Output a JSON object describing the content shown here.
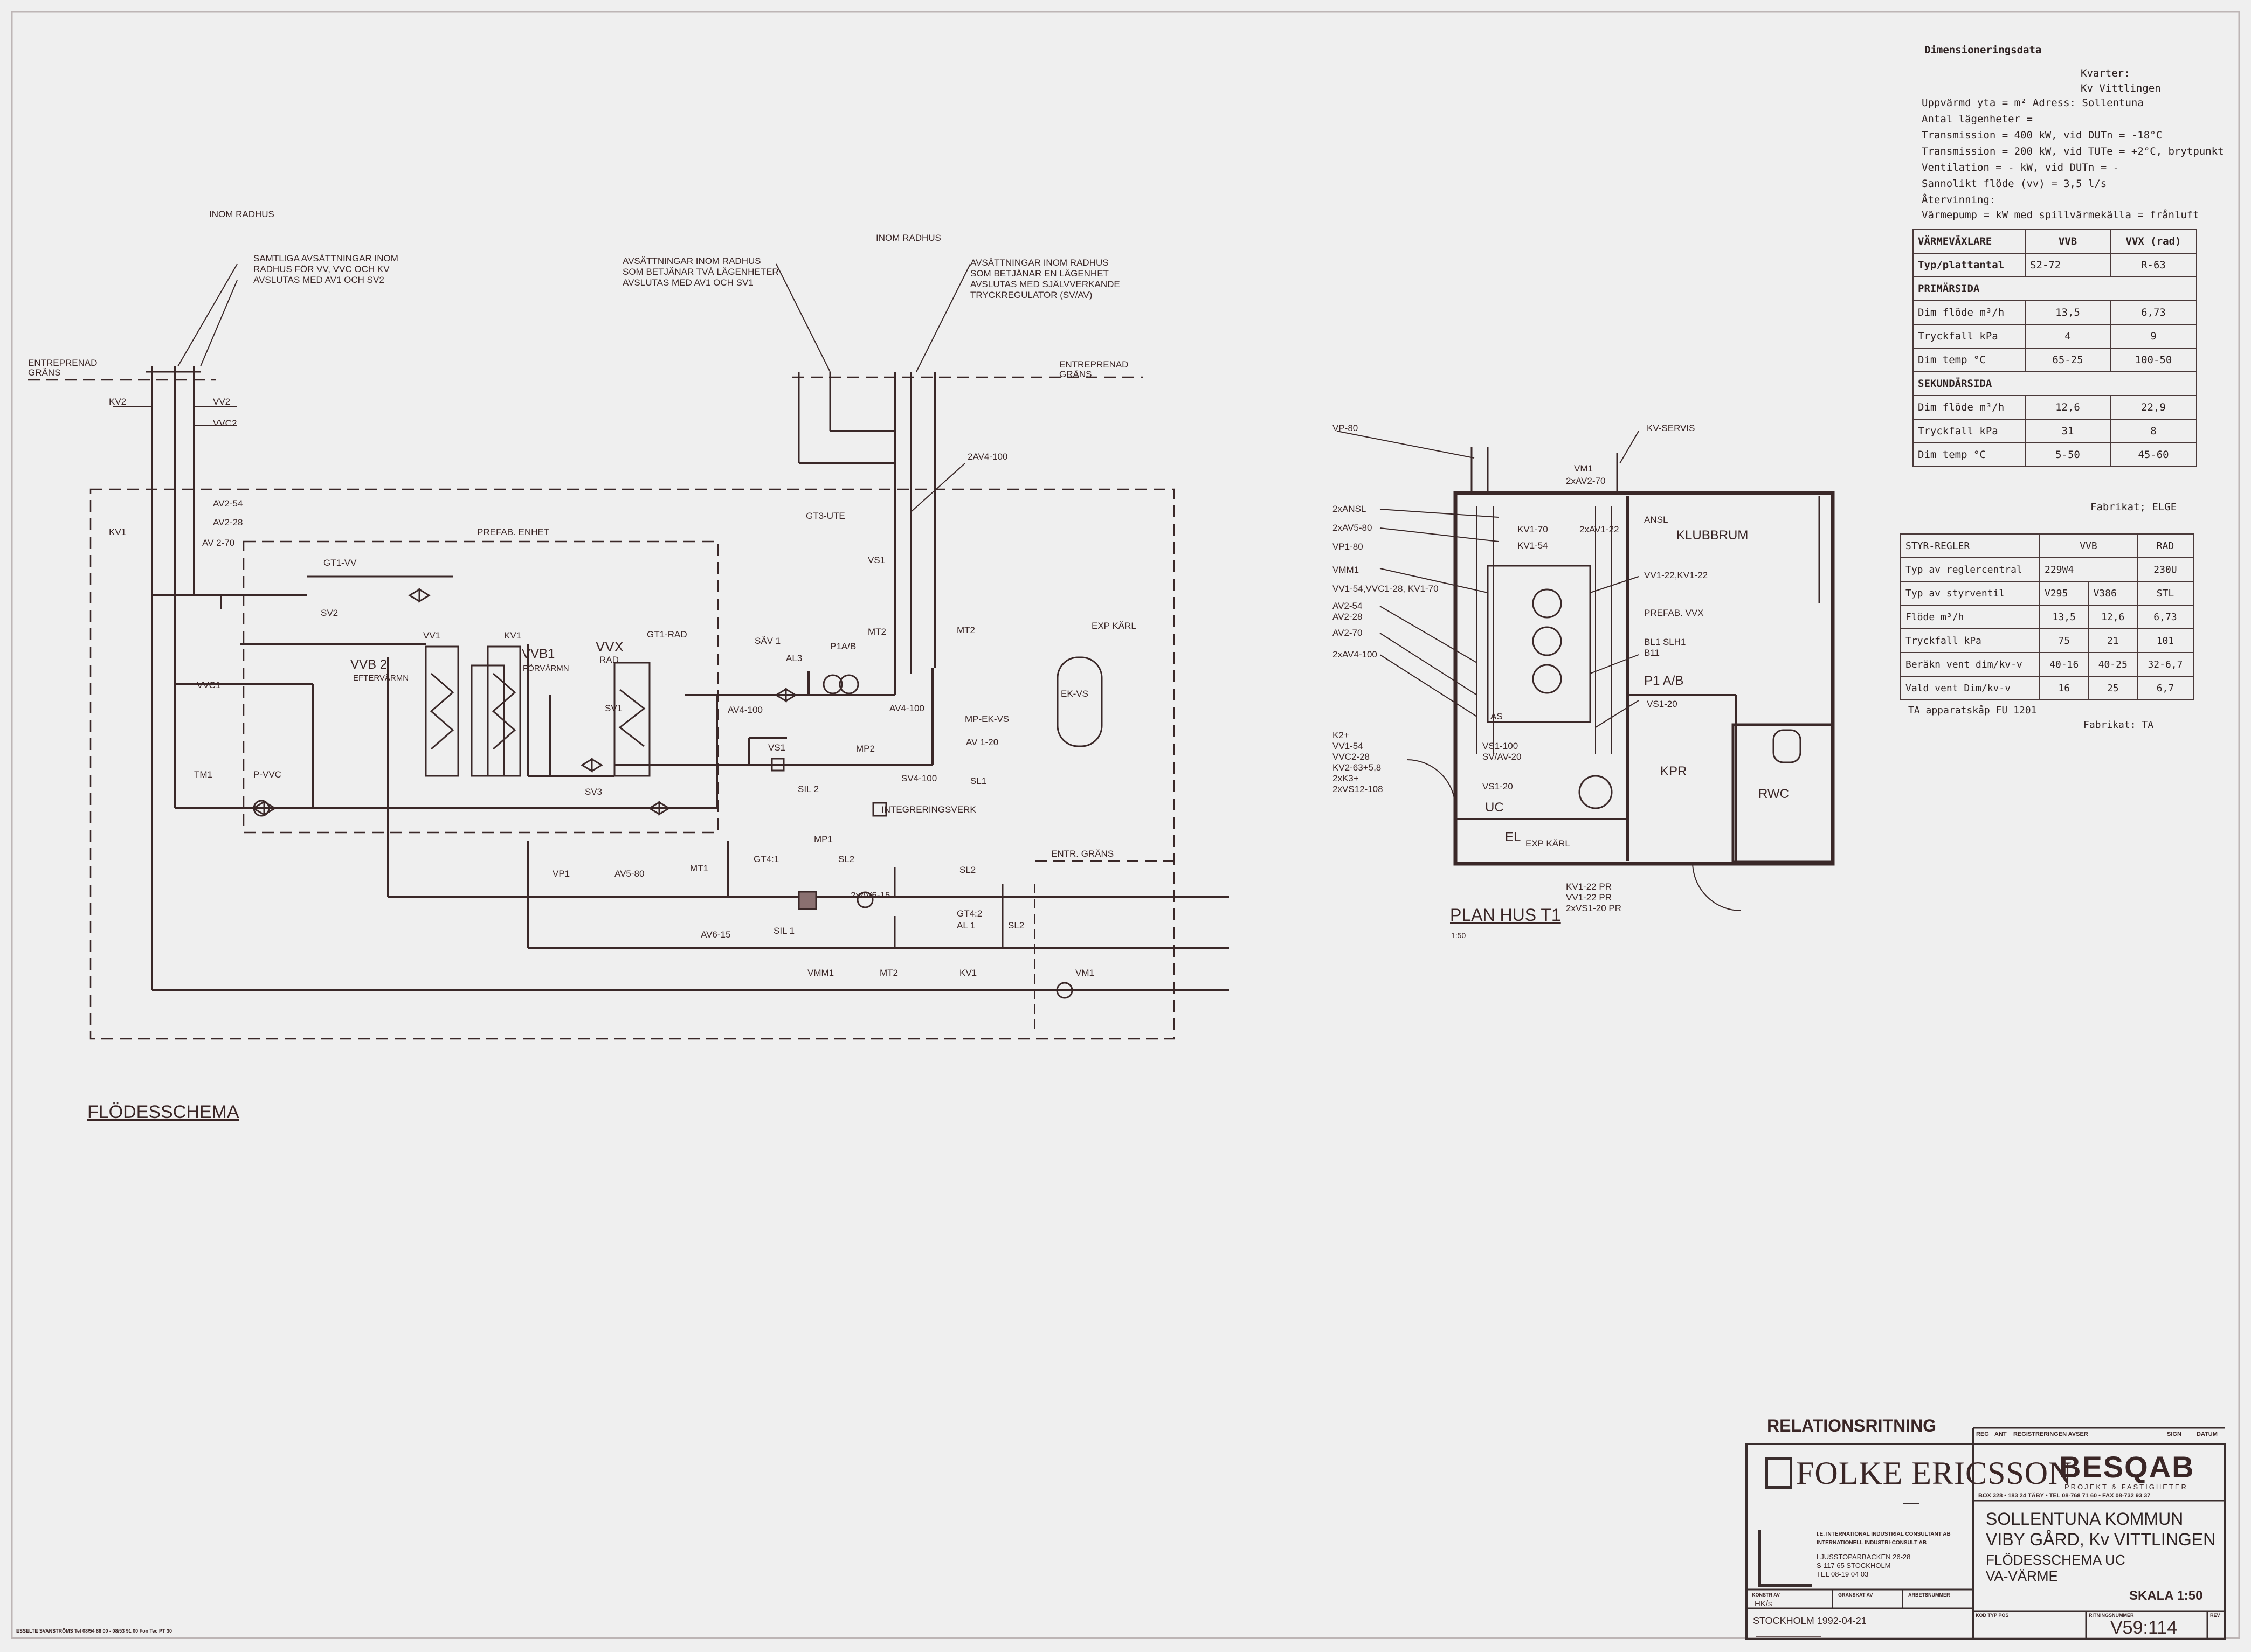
{
  "drawing": {
    "title": "FLÖDESSCHEMA",
    "plan_title": "PLAN HUS T1",
    "plan_scale": "1:50"
  },
  "flow_labels": {
    "inom_radhus_1": "INOM RADHUS",
    "inom_radhus_2": "INOM RADHUS",
    "note_1": [
      "SAMTLIGA AVSÄTTNINGAR INOM",
      "RADHUS FÖR VV, VVC OCH KV",
      "AVSLUTAS MED AV1 OCH SV2"
    ],
    "note_2": [
      "AVSÄTTNINGAR INOM RADHUS",
      "SOM BETJÄNAR TVÅ LÄGENHETER",
      "AVSLUTAS MED AV1 OCH SV1"
    ],
    "note_3": [
      "AVSÄTTNINGAR INOM RADHUS",
      "SOM BETJÄNAR EN LÄGENHET",
      "AVSLUTAS MED SJÄLVVERKANDE",
      "TRYCKREGULATOR (SV/AV)"
    ],
    "entreprenad_1": [
      "ENTREPRENAD",
      "GRÄNS"
    ],
    "entreprenad_2": [
      "ENTREPRENAD",
      "GRÄNS"
    ],
    "prefab": "PREFAB. ENHET",
    "kv2": "KV2",
    "vv2": "VV2",
    "vvc2": "VVC2",
    "kv1": "KV1",
    "av2_54": "AV2-54",
    "av2_28": "AV2-28",
    "av2_70": "AV 2-70",
    "gt1_vv": "GT1-VV",
    "sv2": "SV2",
    "vvb2": "VVB 2",
    "eftervarmn": "EFTERVÄRMN",
    "vv1": "VV1",
    "kv1b": "KV1",
    "vvb1": "VVB1",
    "forvarmn": "FÖRVÄRMN",
    "vvx": "VVX",
    "rad": "RAD",
    "gt1_rad": "GT1-RAD",
    "sv1": "SV1",
    "sv3": "SV3",
    "vvc1": "VVC1",
    "tm1": "TM1",
    "p_vvc": "P-VVC",
    "gt3_ute": "GT3-UTE",
    "vs1": "VS1",
    "av2_100": "2AV4-100",
    "mt2": "MT2",
    "mt2b": "MT2",
    "sav1": "SÄV 1",
    "al3": "AL3",
    "p1ab": "P1A/B",
    "av4_100": "AV4-100",
    "av4_100b": "AV4-100",
    "exp_karl": "EXP KÄRL",
    "ek_vs": "EK-VS",
    "mp_ek_vs": "MP-EK-VS",
    "av1_20": "AV 1-20",
    "vs1b": "VS1",
    "mp2": "MP2",
    "sil2": "SIL 2",
    "sv4_100": "SV4-100",
    "sl1": "SL1",
    "integreringsverk": "INTEGRERINGSVERK",
    "mp1": "MP1",
    "gt41": "GT4:1",
    "sl2": "SL2",
    "entr_grans": "ENTR. GRÄNS",
    "vp1": "VP1",
    "av5_80": "AV5-80",
    "mt1": "MT1",
    "av6_15": "2xAV6-15",
    "sl2b": "SL2",
    "gt42": "GT4:2",
    "al1": "AL 1",
    "sl2c": "SL2",
    "av6_15b": "AV6-15",
    "sil1": "SIL 1",
    "vmm1": "VMM1",
    "mt2c": "MT2",
    "kv1c": "KV1",
    "vm1": "VM1"
  },
  "plan_labels": {
    "vp80": "VP-80",
    "kv_servis": "KV-SERVIS",
    "vm1": "VM1",
    "av2_70": "2xAV2-70",
    "ansl_l": "2xANSL",
    "av5_80": "2xAV5-80",
    "vp1_80": "VP1-80",
    "vmm1": "VMM1",
    "vv1_54": "VV1-54,VVC1-28, KV1-70",
    "av2_54": "AV2-54",
    "av2_28": "AV2-28",
    "av2_70b": "AV2-70",
    "av4_100": "2xAV4-100",
    "k2": "K2+",
    "vv1_54b": "VV1-54",
    "vvc2_28": "VVC2-28",
    "kv2_63": "KV2-63+5,8",
    "k3": "2xK3+",
    "vs12_108": "2xVS12-108",
    "kv1_70": "KV1-70",
    "kv1_54": "KV1-54",
    "av1_22": "2xAV1-22",
    "ansl": "ANSL",
    "klubbrum": "KLUBBRUM",
    "vv1_22": "VV1-22,KV1-22",
    "prefab_vvx": "PREFAB. VVX",
    "bl1": "BL1 SLH1",
    "b11": "B11",
    "p1ab": "P1 A/B",
    "vs1_20": "VS1-20",
    "as": "AS",
    "vs1_100": "VS1-100",
    "sv_av_20": "SV/AV-20",
    "vs1_20b": "VS1-20",
    "uc": "UC",
    "kpr": "KPR",
    "rwc": "RWC",
    "el": "EL",
    "exp_karl": "EXP KÄRL",
    "kv1_22": "KV1-22 PR",
    "vv1_22b": "VV1-22 PR",
    "vs1_20c": "2xVS1-20 PR"
  },
  "dim_data": {
    "heading": "Dimensioneringsdata",
    "lines": [
      "Kvarter:",
      "Kv Vittlingen",
      "Uppvärmd yta =          m² Adress: Sollentuna",
      "Antal lägenheter =",
      "Transmission =  400 kW, vid DUTn = -18°C",
      "Transmission =  200 kW, vid TUTe = +2°C, brytpunkt",
      "Ventilation =     - kW, vid DUTn = -",
      "Sannolikt flöde (vv) = 3,5 l/s",
      "Återvinning:",
      "Värmepump =    kW med spillvärmekälla = frånluft"
    ],
    "vvx_table": {
      "head": [
        "VÄRMEVÄXLARE",
        "VVB",
        "VVX (rad)"
      ],
      "rows": [
        [
          "Typ/plattantal",
          "S2-72",
          "R-63"
        ],
        [
          "PRIMÄRSIDA",
          "",
          ""
        ],
        [
          "Dim flöde m³/h",
          "13,5",
          "6,73"
        ],
        [
          "Tryckfall kPa",
          "4",
          "9"
        ],
        [
          "Dim temp °C",
          "65-25",
          "100-50"
        ],
        [
          "SEKUNDÄRSIDA",
          "",
          ""
        ],
        [
          "Dim flöde m³/h",
          "12,6",
          "22,9"
        ],
        [
          "Tryckfall kPa",
          "31",
          "8"
        ],
        [
          "Dim temp °C",
          "5-50",
          "45-60"
        ]
      ],
      "footer": "Fabrikat; ELGE"
    },
    "reg_table": {
      "head": [
        "STYR-REGLER",
        "VVB",
        "",
        "RAD"
      ],
      "rows": [
        [
          "Typ av reglercentral",
          "229W4",
          "",
          "230U"
        ],
        [
          "Typ av styrventil",
          "V295",
          "V386",
          "STL"
        ],
        [
          "Flöde m³/h",
          "13,5",
          "12,6",
          "6,73"
        ],
        [
          "Tryckfall kPa",
          "75",
          "21",
          "101"
        ],
        [
          "Beräkn vent dim/kv-v",
          "40-16",
          "40-25",
          "32-6,7"
        ],
        [
          "Vald vent Dim/kv-v",
          "16",
          "25",
          "6,7"
        ]
      ],
      "note": "TA apparatskåp FU 1201",
      "footer": "Fabrikat: TA"
    }
  },
  "title_block": {
    "relationsritning": "RELATIONSRITNING",
    "rev_headers": [
      "REG",
      "ANT",
      "REGISTRERINGEN AVSER",
      "SIGN",
      "DATUM"
    ],
    "company": "FOLKE ERICSSON",
    "company_lines": [
      "I.E. INTERNATIONAL INDUSTRIAL CONSULTANT AB",
      "INTERNATIONELL INDUSTRI-CONSULT AB",
      "LJUSSTOPARBACKEN 26-28",
      "S-117 65 STOCKHOLM",
      "TEL 08-19 04 03"
    ],
    "besqab": "BESQAB",
    "besqab_sub": "PROJEKT & FASTIGHETER",
    "besqab_addr": "BOX 328 • 183 24 TÄBY • TEL 08-768 71 60 • FAX 08-732 93 37",
    "project": [
      "SOLLENTUNA KOMMUN",
      "VIBY GÅRD, Kv VITTLINGEN"
    ],
    "subject": [
      "FLÖDESSCHEMA UC",
      "VA-VÄRME"
    ],
    "scale": "SKALA 1:50",
    "drawing_no": "V59:114",
    "signed": "HK/s",
    "date": "STOCKHOLM 1992-04-21",
    "sm_labels": [
      "KONSTR AV",
      "GRANSKAT AV",
      "ARBETSNUMMER",
      "KOD TYP POS",
      "RITNINGSNUMMER",
      "REV"
    ],
    "printer": "ESSELTE SVANSTRÖMS Tel 08/54 88 00 - 08/53 91 00 Fon Tec PT 30"
  }
}
